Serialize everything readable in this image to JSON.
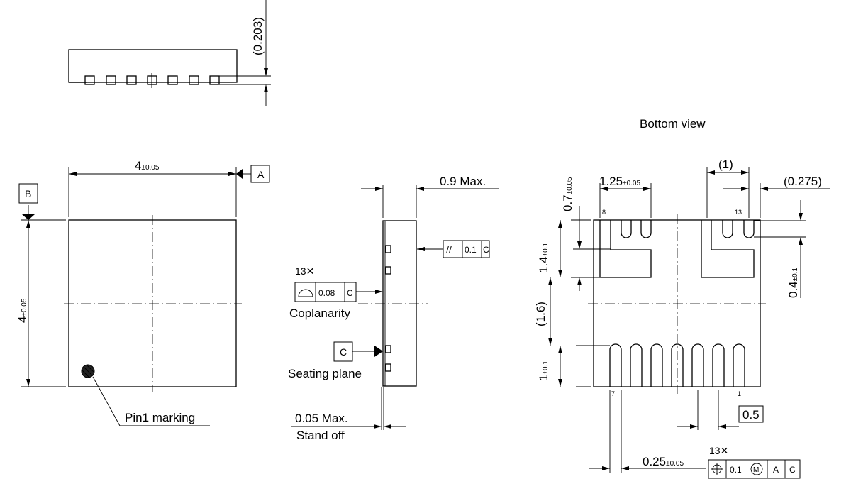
{
  "labels": {
    "bottom_view": "Bottom view",
    "pin1_marking": "Pin1 marking",
    "coplanarity": "Coplanarity",
    "seating_plane": "Seating plane",
    "stand_off": "Stand off",
    "max_height": "0.9 Max.",
    "stand_off_max": "0.05 Max."
  },
  "datums": {
    "a": "A",
    "b": "B",
    "c": "C"
  },
  "dimensions": {
    "side_height": "(0.203)",
    "width": "4",
    "width_tol": "±0.05",
    "height": "4",
    "height_tol": "±0.05",
    "pad_center_small": "0.7",
    "pad_center_small_tol": "±0.05",
    "pad_width": "1.25",
    "pad_width_tol": "±0.05",
    "ref_1": "(1)",
    "ref_0275": "(0.275)",
    "pad_height": "1.4",
    "pad_height_tol": "±0.1",
    "ref_16": "(1.6)",
    "lead_length": "1",
    "lead_length_tol": "±0.1",
    "right_04": "0.4",
    "right_04_tol": "±0.1",
    "pitch": "0.5",
    "lead_width": "0.25",
    "lead_width_tol": "±0.05"
  },
  "tolerance_frames": {
    "parallelism": {
      "symbol": "//",
      "value": "0.1",
      "datum": "C"
    },
    "coplanarity": {
      "count": "13✕",
      "symbol": "profile-of-surface",
      "value": "0.08",
      "datum": "C"
    },
    "position": {
      "count": "13✕",
      "symbol": "position",
      "value": "0.1",
      "modifier": "M",
      "datum1": "A",
      "datum2": "C"
    }
  },
  "pins": {
    "pin8": "8",
    "pin13": "13",
    "pin7": "7",
    "pin1": "1"
  }
}
